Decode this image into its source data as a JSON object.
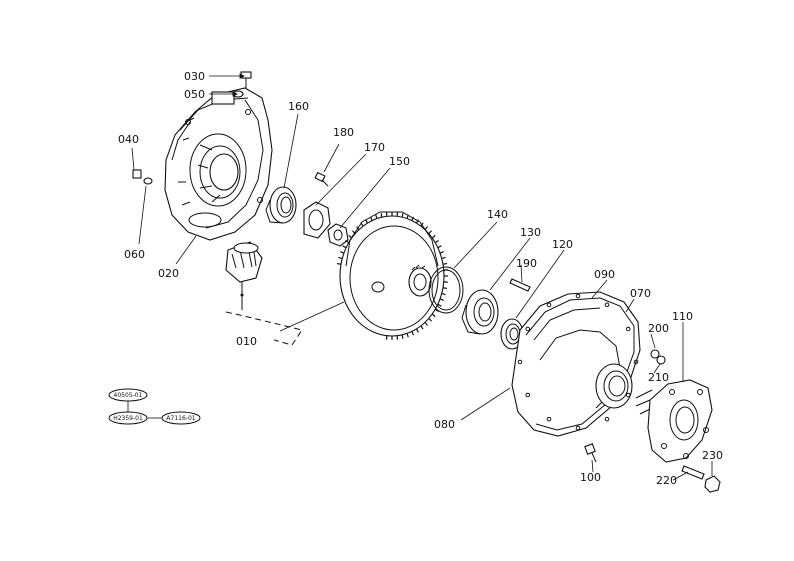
{
  "labels": {
    "p030": "030",
    "p050": "050",
    "p160": "160",
    "p180": "180",
    "p170": "170",
    "p150": "150",
    "p040": "040",
    "p060": "060",
    "p020": "020",
    "p010": "010",
    "p140": "140",
    "p130": "130",
    "p120": "120",
    "p190": "190",
    "p090": "090",
    "p070": "070",
    "p200": "200",
    "p210": "210",
    "p110": "110",
    "p080": "080",
    "p100": "100",
    "p230": "230",
    "p220": "220"
  },
  "ref_tags": {
    "tag1": "40505-01",
    "tag2": "H2359-01",
    "tag3": "A7116-01"
  }
}
